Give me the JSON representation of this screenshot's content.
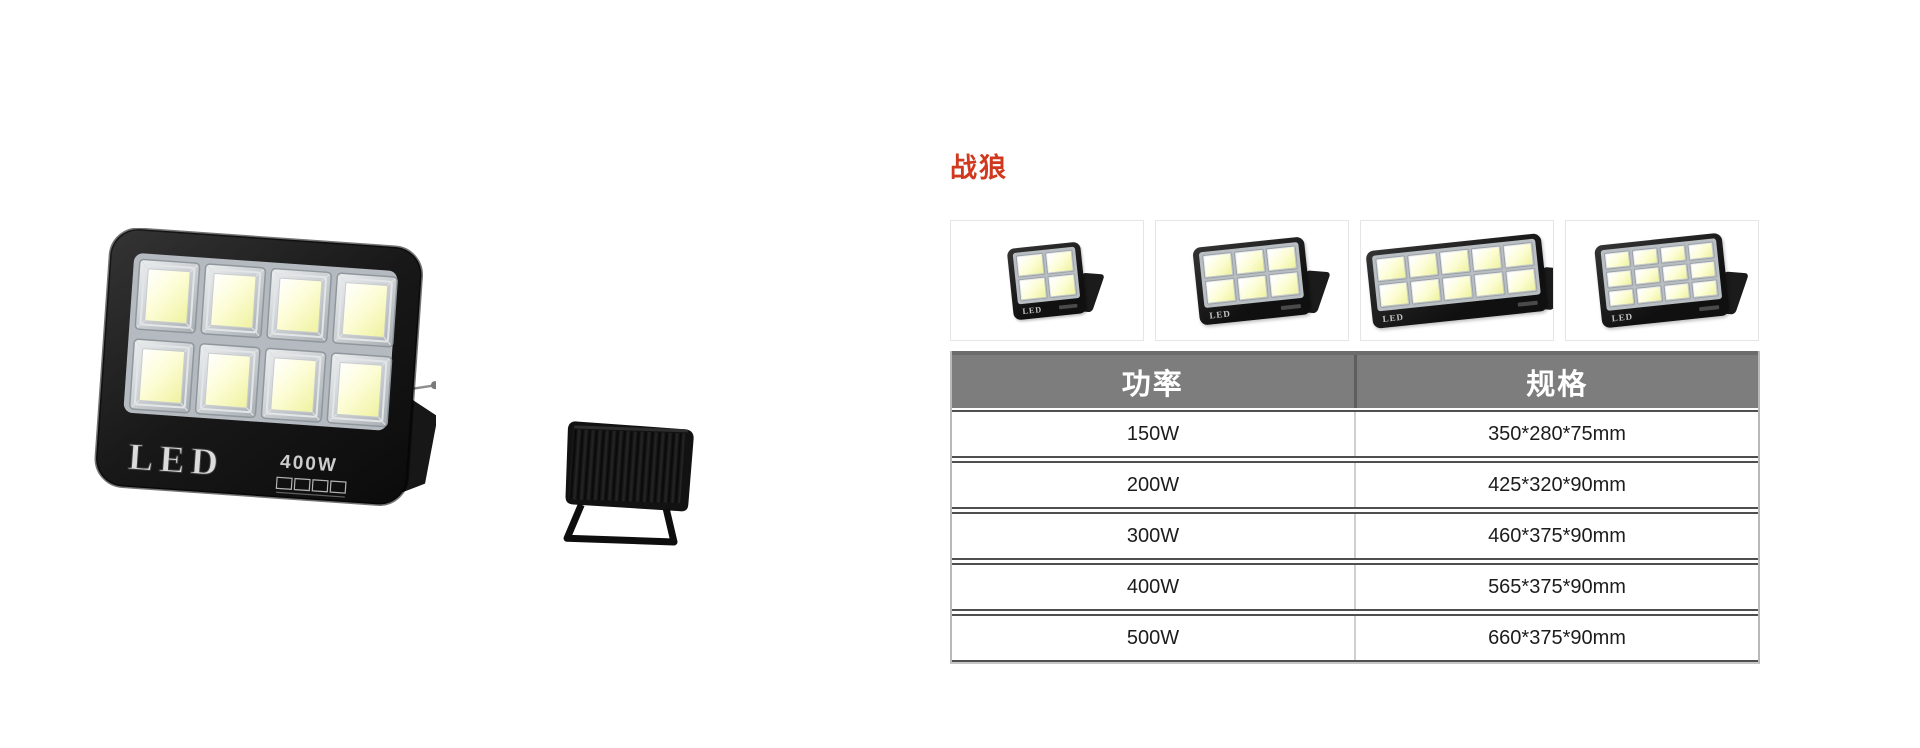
{
  "series": {
    "title": "战狼",
    "title_color": "#d0391f"
  },
  "gallery": {
    "main_product": {
      "logo_text": "LED",
      "wattage_label": "400W",
      "panel_cols": 4,
      "panel_rows": 2
    },
    "thumbnails": [
      {
        "logo_text": "LED",
        "panel_cols": 2,
        "panel_rows": 2
      },
      {
        "logo_text": "LED",
        "panel_cols": 3,
        "panel_rows": 2
      },
      {
        "logo_text": "LED",
        "panel_cols": 5,
        "panel_rows": 2
      },
      {
        "logo_text": "LED",
        "panel_cols": 4,
        "panel_rows": 3
      }
    ]
  },
  "spec_table": {
    "columns": [
      "功率",
      "规格"
    ],
    "rows": [
      {
        "power": "150W",
        "size": "350*280*75mm"
      },
      {
        "power": "200W",
        "size": "425*320*90mm"
      },
      {
        "power": "300W",
        "size": "460*375*90mm"
      },
      {
        "power": "400W",
        "size": "565*375*90mm"
      },
      {
        "power": "500W",
        "size": "660*375*90mm"
      }
    ],
    "colors": {
      "header_bg": "#7d7d7d",
      "header_text": "#ffffff",
      "row_border": "#4f4f4f",
      "outer_border": "#b9b9b9",
      "cell_text": "#1c1c1c"
    }
  }
}
